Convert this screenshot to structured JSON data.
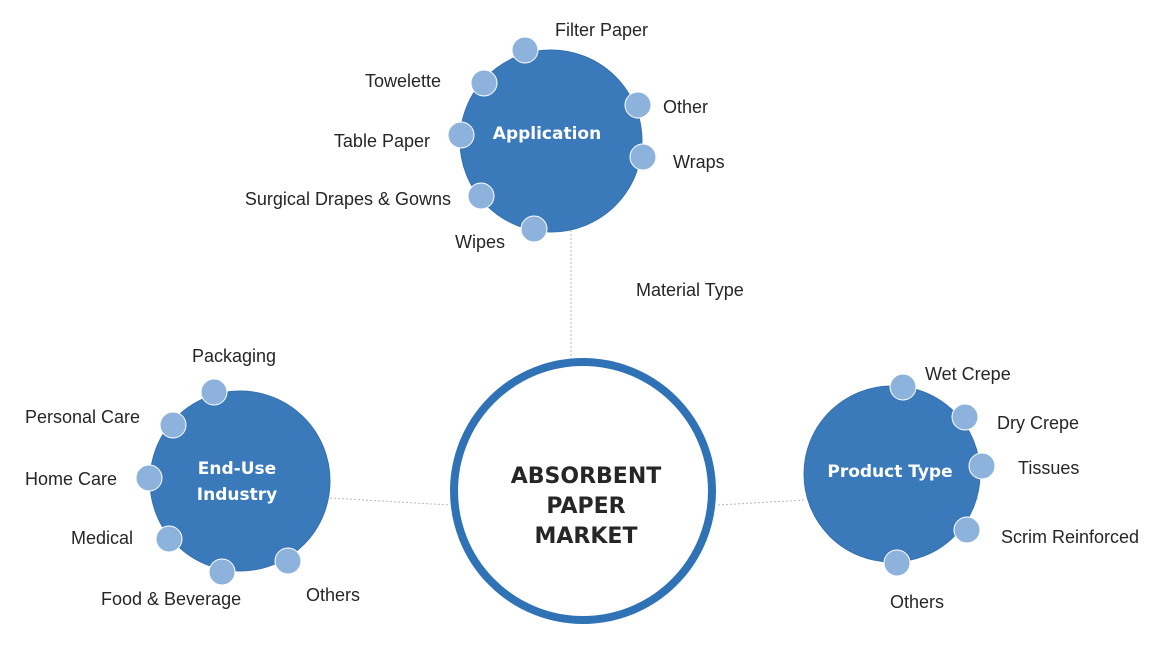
{
  "center": {
    "line1": "ABSORBENT",
    "line2": "PAPER",
    "line3": "MARKET"
  },
  "connector_label": "Material Type",
  "application": {
    "title": "Application",
    "items": [
      "Filter Paper",
      "Towelette",
      "Table Paper",
      "Surgical Drapes & Gowns",
      "Wipes",
      "Other",
      "Wraps"
    ]
  },
  "end_use": {
    "title_line1": "End-Use",
    "title_line2": "Industry",
    "items": [
      "Packaging",
      "Personal Care",
      "Home Care",
      "Medical",
      "Food & Beverage",
      "Others"
    ]
  },
  "product_type": {
    "title": "Product Type",
    "items": [
      "Wet Crepe",
      "Dry Crepe",
      "Tissues",
      "Scrim Reinforced",
      "Others"
    ]
  },
  "colors": {
    "primary": "#3a7aba",
    "dot": "#8db3dc",
    "text": "#262626"
  }
}
